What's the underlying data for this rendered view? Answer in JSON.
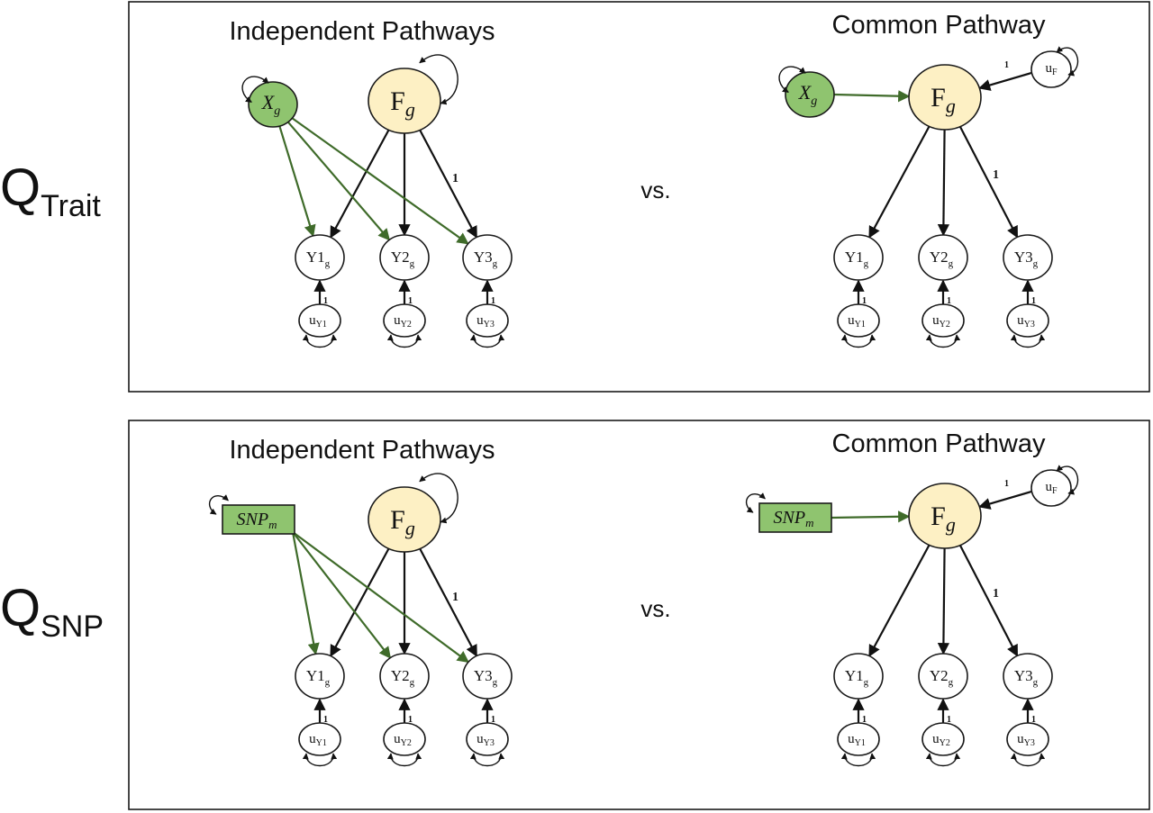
{
  "panels": [
    {
      "row_label": {
        "main": "Q",
        "sub": "Trait"
      },
      "left_title": "Independent Pathways",
      "right_title": "Common Pathway",
      "vs": "vs.",
      "predictor": {
        "kind": "circle",
        "main": "X",
        "sub": "g"
      },
      "factor": {
        "main": "F",
        "sub": "g"
      },
      "indicators": [
        {
          "main": "Y1",
          "sub": "g"
        },
        {
          "main": "Y2",
          "sub": "g"
        },
        {
          "main": "Y3",
          "sub": "g"
        }
      ],
      "residuals": [
        {
          "main": "u",
          "sub": "Y1"
        },
        {
          "main": "u",
          "sub": "Y2"
        },
        {
          "main": "u",
          "sub": "Y3"
        }
      ],
      "factor_residual": {
        "main": "u",
        "sub": "F"
      },
      "loading_label": "1",
      "residual_label": "1"
    },
    {
      "row_label": {
        "main": "Q",
        "sub": "SNP"
      },
      "left_title": "Independent Pathways",
      "right_title": "Common Pathway",
      "vs": "vs.",
      "predictor": {
        "kind": "rect",
        "main": "SNP",
        "sub": "m"
      },
      "factor": {
        "main": "F",
        "sub": "g"
      },
      "indicators": [
        {
          "main": "Y1",
          "sub": "g"
        },
        {
          "main": "Y2",
          "sub": "g"
        },
        {
          "main": "Y3",
          "sub": "g"
        }
      ],
      "residuals": [
        {
          "main": "u",
          "sub": "Y1"
        },
        {
          "main": "u",
          "sub": "Y2"
        },
        {
          "main": "u",
          "sub": "Y3"
        }
      ],
      "factor_residual": {
        "main": "u",
        "sub": "F"
      },
      "loading_label": "1",
      "residual_label": "1"
    }
  ],
  "colors": {
    "predictor_fill": "#8fc46f",
    "factor_fill": "#fdf0c4",
    "path_green": "#3f6b2a",
    "path_black": "#111111"
  }
}
